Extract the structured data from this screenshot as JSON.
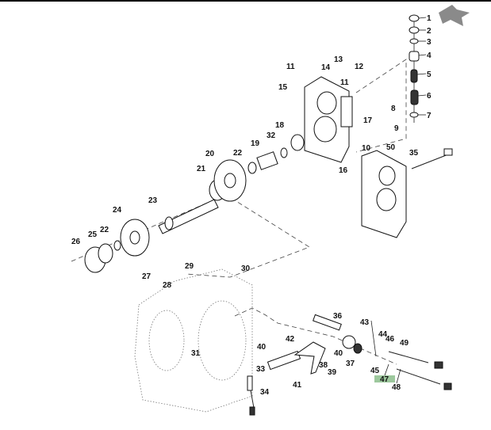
{
  "diagram": {
    "title": "Exploded parts diagram - transmission housing",
    "highlighted_part": "47",
    "highlight_color": "#9dc89d",
    "arrow_color": "#8a8a8a",
    "callouts": [
      {
        "id": "c1",
        "label": "1"
      },
      {
        "id": "c2",
        "label": "2"
      },
      {
        "id": "c3",
        "label": "3"
      },
      {
        "id": "c4",
        "label": "4"
      },
      {
        "id": "c5",
        "label": "5"
      },
      {
        "id": "c6",
        "label": "6"
      },
      {
        "id": "c7",
        "label": "7"
      },
      {
        "id": "c8",
        "label": "8"
      },
      {
        "id": "c9",
        "label": "9"
      },
      {
        "id": "c10",
        "label": "10"
      },
      {
        "id": "c11a",
        "label": "11"
      },
      {
        "id": "c11b",
        "label": "11"
      },
      {
        "id": "c12",
        "label": "12"
      },
      {
        "id": "c13",
        "label": "13"
      },
      {
        "id": "c14",
        "label": "14"
      },
      {
        "id": "c15",
        "label": "15"
      },
      {
        "id": "c16",
        "label": "16"
      },
      {
        "id": "c17",
        "label": "17"
      },
      {
        "id": "c18",
        "label": "18"
      },
      {
        "id": "c19",
        "label": "19"
      },
      {
        "id": "c20",
        "label": "20"
      },
      {
        "id": "c21",
        "label": "21"
      },
      {
        "id": "c22a",
        "label": "22"
      },
      {
        "id": "c22b",
        "label": "22"
      },
      {
        "id": "c23",
        "label": "23"
      },
      {
        "id": "c24",
        "label": "24"
      },
      {
        "id": "c25",
        "label": "25"
      },
      {
        "id": "c26",
        "label": "26"
      },
      {
        "id": "c27",
        "label": "27"
      },
      {
        "id": "c28",
        "label": "28"
      },
      {
        "id": "c29",
        "label": "29"
      },
      {
        "id": "c30",
        "label": "30"
      },
      {
        "id": "c31",
        "label": "31"
      },
      {
        "id": "c32",
        "label": "32"
      },
      {
        "id": "c33",
        "label": "33"
      },
      {
        "id": "c34",
        "label": "34"
      },
      {
        "id": "c35",
        "label": "35"
      },
      {
        "id": "c36",
        "label": "36"
      },
      {
        "id": "c37",
        "label": "37"
      },
      {
        "id": "c38",
        "label": "38"
      },
      {
        "id": "c39",
        "label": "39"
      },
      {
        "id": "c40a",
        "label": "40"
      },
      {
        "id": "c40b",
        "label": "40"
      },
      {
        "id": "c41",
        "label": "41"
      },
      {
        "id": "c42",
        "label": "42"
      },
      {
        "id": "c43",
        "label": "43"
      },
      {
        "id": "c44",
        "label": "44"
      },
      {
        "id": "c45",
        "label": "45"
      },
      {
        "id": "c46",
        "label": "46"
      },
      {
        "id": "c47",
        "label": "47"
      },
      {
        "id": "c48",
        "label": "48"
      },
      {
        "id": "c49",
        "label": "49"
      },
      {
        "id": "c50",
        "label": "50"
      }
    ]
  }
}
